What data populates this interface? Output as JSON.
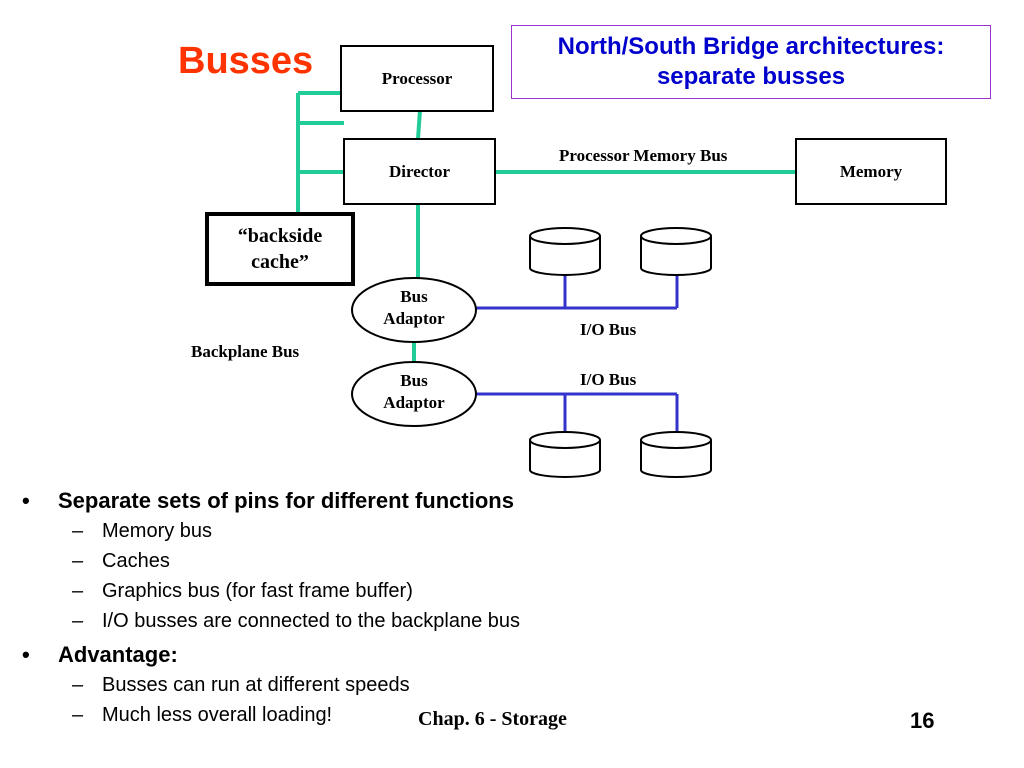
{
  "title": "Busses",
  "callout": {
    "line1": "North/South Bridge architectures:",
    "line2": "separate busses"
  },
  "diagram": {
    "processor": "Processor",
    "director": "Director",
    "memory": "Memory",
    "processor_memory_bus": "Processor Memory Bus",
    "backside_cache_line1": "“backside",
    "backside_cache_line2": "cache”",
    "bus_adaptor_line1": "Bus",
    "bus_adaptor_line2": "Adaptor",
    "io_bus": "I/O Bus",
    "backplane_bus": "Backplane Bus"
  },
  "colors": {
    "title": "#ff3300",
    "callout_text": "#0000cc",
    "callout_border": "#9933cc",
    "backplane_line": "#22cc99",
    "io_line": "#3333cc"
  },
  "bullets": [
    {
      "text": "Separate sets of pins for different functions",
      "sub": [
        "Memory bus",
        "Caches",
        "Graphics bus (for fast frame buffer)",
        "I/O busses are connected to the backplane bus"
      ]
    },
    {
      "text": "Advantage:",
      "sub": [
        "Busses can run at different speeds",
        "Much less overall loading!"
      ]
    }
  ],
  "bullet_marker": "•",
  "dash_marker": "–",
  "footer": "Chap. 6 - Storage",
  "page_number": "16"
}
